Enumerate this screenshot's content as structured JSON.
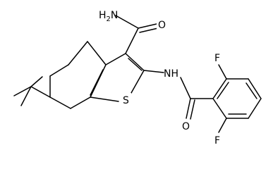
{
  "molecule": {
    "atoms": {
      "amide_n": {
        "text": "H",
        "sub": "2",
        "tail": "N"
      },
      "amide_o": "O",
      "ring_s": "S",
      "linker_nh": "NH",
      "benzoyl_o": "O",
      "fluoro_top": "F",
      "fluoro_bottom": "F"
    },
    "colors": {
      "bond": "#000000",
      "label": "#000000",
      "background": "#ffffff"
    }
  }
}
